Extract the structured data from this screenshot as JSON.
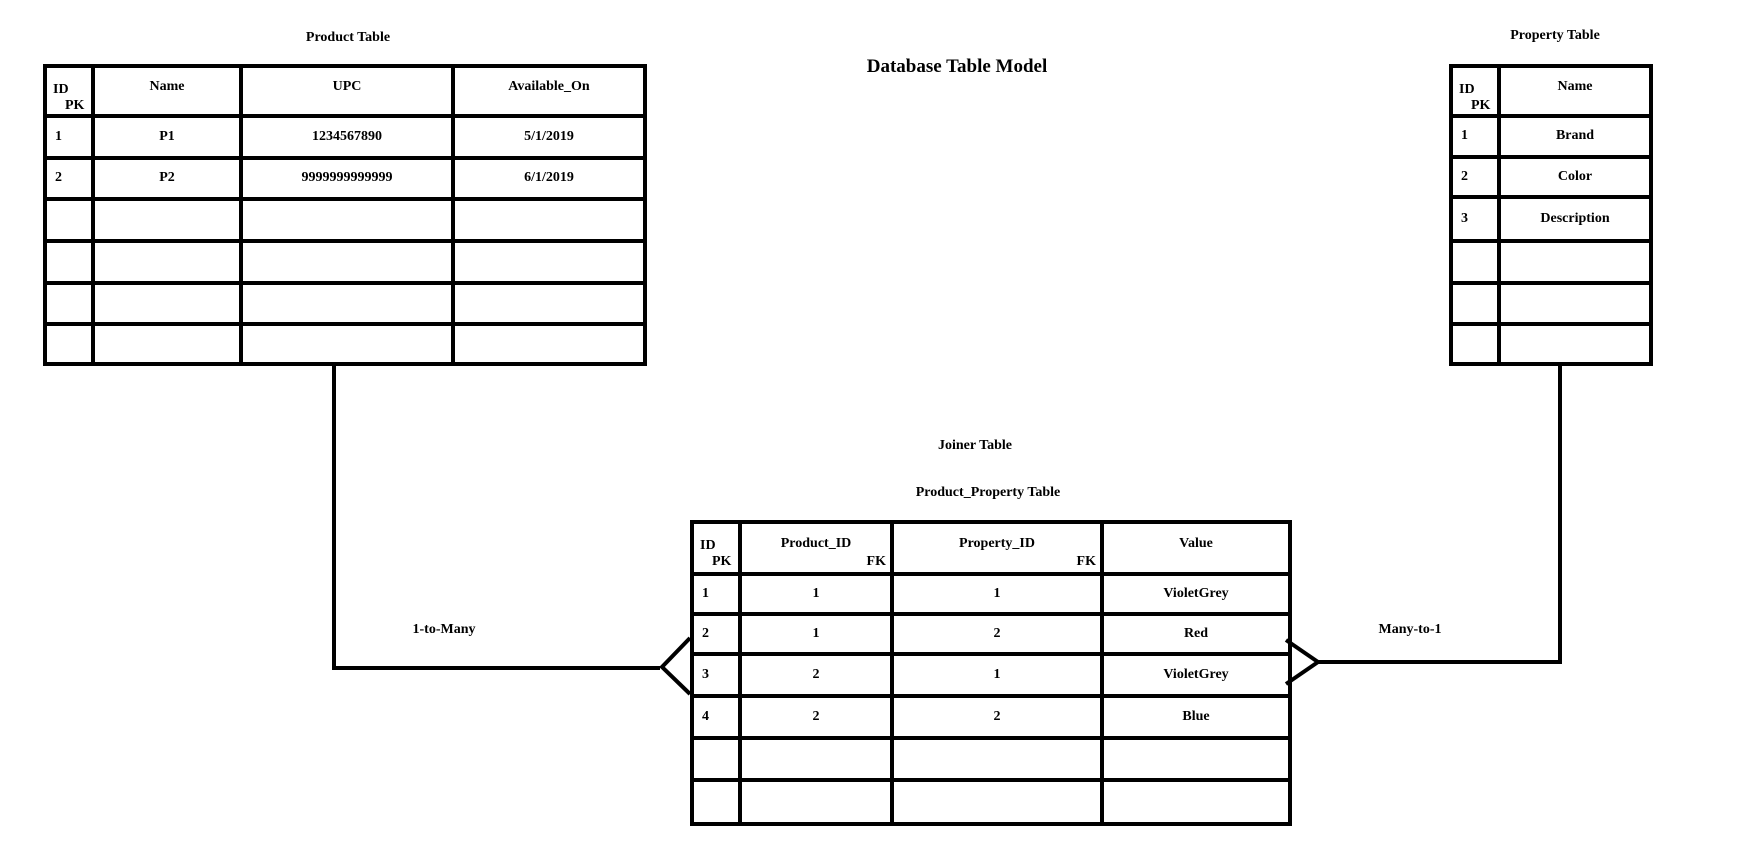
{
  "diagram_title": "Database Table Model",
  "product_table": {
    "title": "Product Table",
    "headers": [
      {
        "label": "ID",
        "key": "PK"
      },
      {
        "label": "Name",
        "key": ""
      },
      {
        "label": "UPC",
        "key": ""
      },
      {
        "label": "Available_On",
        "key": ""
      }
    ],
    "rows": [
      [
        "1",
        "P1",
        "1234567890",
        "5/1/2019"
      ],
      [
        "2",
        "P2",
        "9999999999999",
        "6/1/2019"
      ],
      [
        "",
        "",
        "",
        ""
      ],
      [
        "",
        "",
        "",
        ""
      ],
      [
        "",
        "",
        "",
        ""
      ],
      [
        "",
        "",
        "",
        ""
      ]
    ]
  },
  "property_table": {
    "title": "Property Table",
    "headers": [
      {
        "label": "ID",
        "key": "PK"
      },
      {
        "label": "Name",
        "key": ""
      }
    ],
    "rows": [
      [
        "1",
        "Brand"
      ],
      [
        "2",
        "Color"
      ],
      [
        "3",
        "Description"
      ],
      [
        "",
        ""
      ],
      [
        "",
        ""
      ],
      [
        "",
        ""
      ]
    ]
  },
  "joiner_table": {
    "caption": "Joiner Table",
    "title": "Product_Property Table",
    "headers": [
      {
        "label": "ID",
        "key": "PK"
      },
      {
        "label": "Product_ID",
        "key": "FK"
      },
      {
        "label": "Property_ID",
        "key": "FK"
      },
      {
        "label": "Value",
        "key": ""
      }
    ],
    "rows": [
      [
        "1",
        "1",
        "1",
        "VioletGrey"
      ],
      [
        "2",
        "1",
        "2",
        "Red"
      ],
      [
        "3",
        "2",
        "1",
        "VioletGrey"
      ],
      [
        "4",
        "2",
        "2",
        "Blue"
      ],
      [
        "",
        "",
        "",
        ""
      ],
      [
        "",
        "",
        "",
        ""
      ]
    ]
  },
  "relationships": [
    {
      "label": "1-to-Many"
    },
    {
      "label": "Many-to-1"
    }
  ]
}
